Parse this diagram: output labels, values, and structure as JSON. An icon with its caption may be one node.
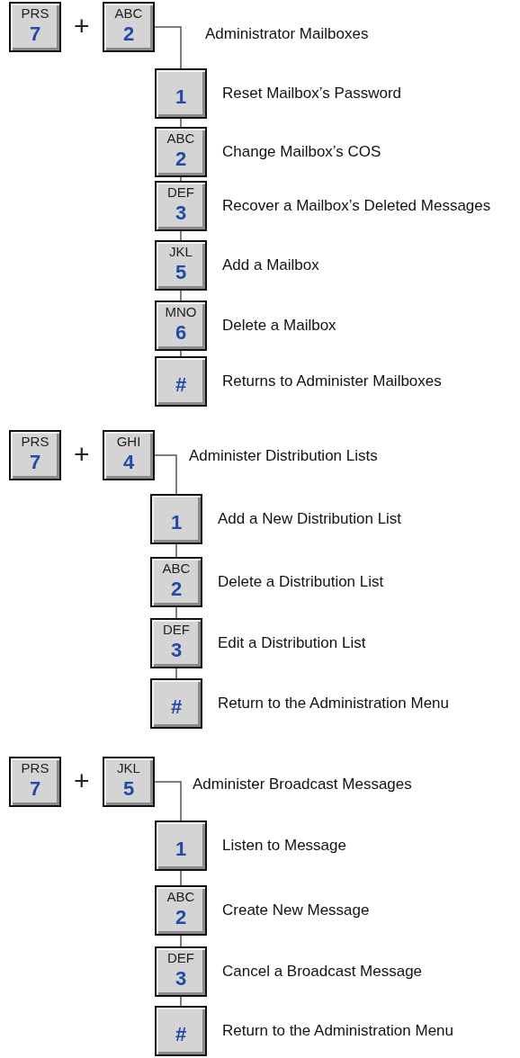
{
  "diagram": {
    "nodes": [
      {
        "text": [
          "PRS",
          "7"
        ]
      },
      {
        "text": [
          "ABC",
          "2"
        ]
      },
      {
        "text": [
          "1"
        ],
        "beside": [
          "Reset Mailbox’s Password"
        ]
      },
      {
        "text": [
          "ABC",
          "2"
        ],
        "beside": [
          "Change Mailbox’s COS"
        ]
      },
      {
        "text": [
          "DEF",
          "3"
        ],
        "beside": [
          "Recover a Mailbox’s Deleted Messages"
        ]
      },
      {
        "text": [
          "JKL",
          "5"
        ],
        "beside": [
          "Add a Mailbox"
        ]
      },
      {
        "text": [
          "MNO",
          "6"
        ],
        "beside": [
          "Delete a Mailbox"
        ]
      },
      {
        "text": [
          "#"
        ],
        "beside": [
          "Returns to Administer Mailboxes"
        ]
      },
      {
        "text": [
          "PRS",
          "7"
        ]
      },
      {
        "text": [
          "GHI",
          "4"
        ]
      },
      {
        "text": [
          "1"
        ],
        "beside": [
          "Add a New Distribution List"
        ]
      },
      {
        "text": [
          "ABC",
          "2"
        ],
        "beside": [
          "Delete a Distribution List"
        ]
      },
      {
        "text": [
          "DEF",
          "3"
        ],
        "beside": [
          "Edit a Distribution List"
        ]
      },
      {
        "text": [
          "#"
        ],
        "beside": [
          "Return to the Administration Menu"
        ]
      },
      {
        "text": [
          "PRS",
          "7"
        ]
      },
      {
        "text": [
          "JKL",
          "5"
        ]
      },
      {
        "text": [
          "1"
        ],
        "beside": [
          "Listen to Message"
        ]
      },
      {
        "text": [
          "ABC",
          "2"
        ],
        "beside": [
          "Create New Message"
        ]
      },
      {
        "text": [
          "DEF",
          "3"
        ],
        "beside": [
          "Cancel a Broadcast Message"
        ]
      },
      {
        "text": [
          "#"
        ],
        "beside": [
          "Return to the Administration Menu"
        ]
      }
    ],
    "edges": [
      {
        "from": 1,
        "to": 2,
        "arrow": "none"
      },
      {
        "from": 2,
        "to": 3,
        "arrow": "none"
      },
      {
        "from": 3,
        "to": 4,
        "arrow": "none"
      },
      {
        "from": 4,
        "to": 5,
        "arrow": "none"
      },
      {
        "from": 5,
        "to": 6,
        "arrow": "none"
      },
      {
        "from": 6,
        "to": 7,
        "arrow": "none"
      },
      {
        "from": 9,
        "to": 10,
        "arrow": "none"
      },
      {
        "from": 10,
        "to": 11,
        "arrow": "none"
      },
      {
        "from": 11,
        "to": 12,
        "arrow": "none"
      },
      {
        "from": 12,
        "to": 13,
        "arrow": "none"
      },
      {
        "from": 15,
        "to": 16,
        "arrow": "none"
      },
      {
        "from": 16,
        "to": 17,
        "arrow": "none"
      },
      {
        "from": 17,
        "to": 18,
        "arrow": "none"
      },
      {
        "from": 18,
        "to": 19,
        "arrow": "none"
      }
    ],
    "labels": [
      "+",
      "Administrator Mailboxes",
      "+",
      "Administer Distribution Lists",
      "+",
      "Administer Broadcast Messages"
    ]
  }
}
